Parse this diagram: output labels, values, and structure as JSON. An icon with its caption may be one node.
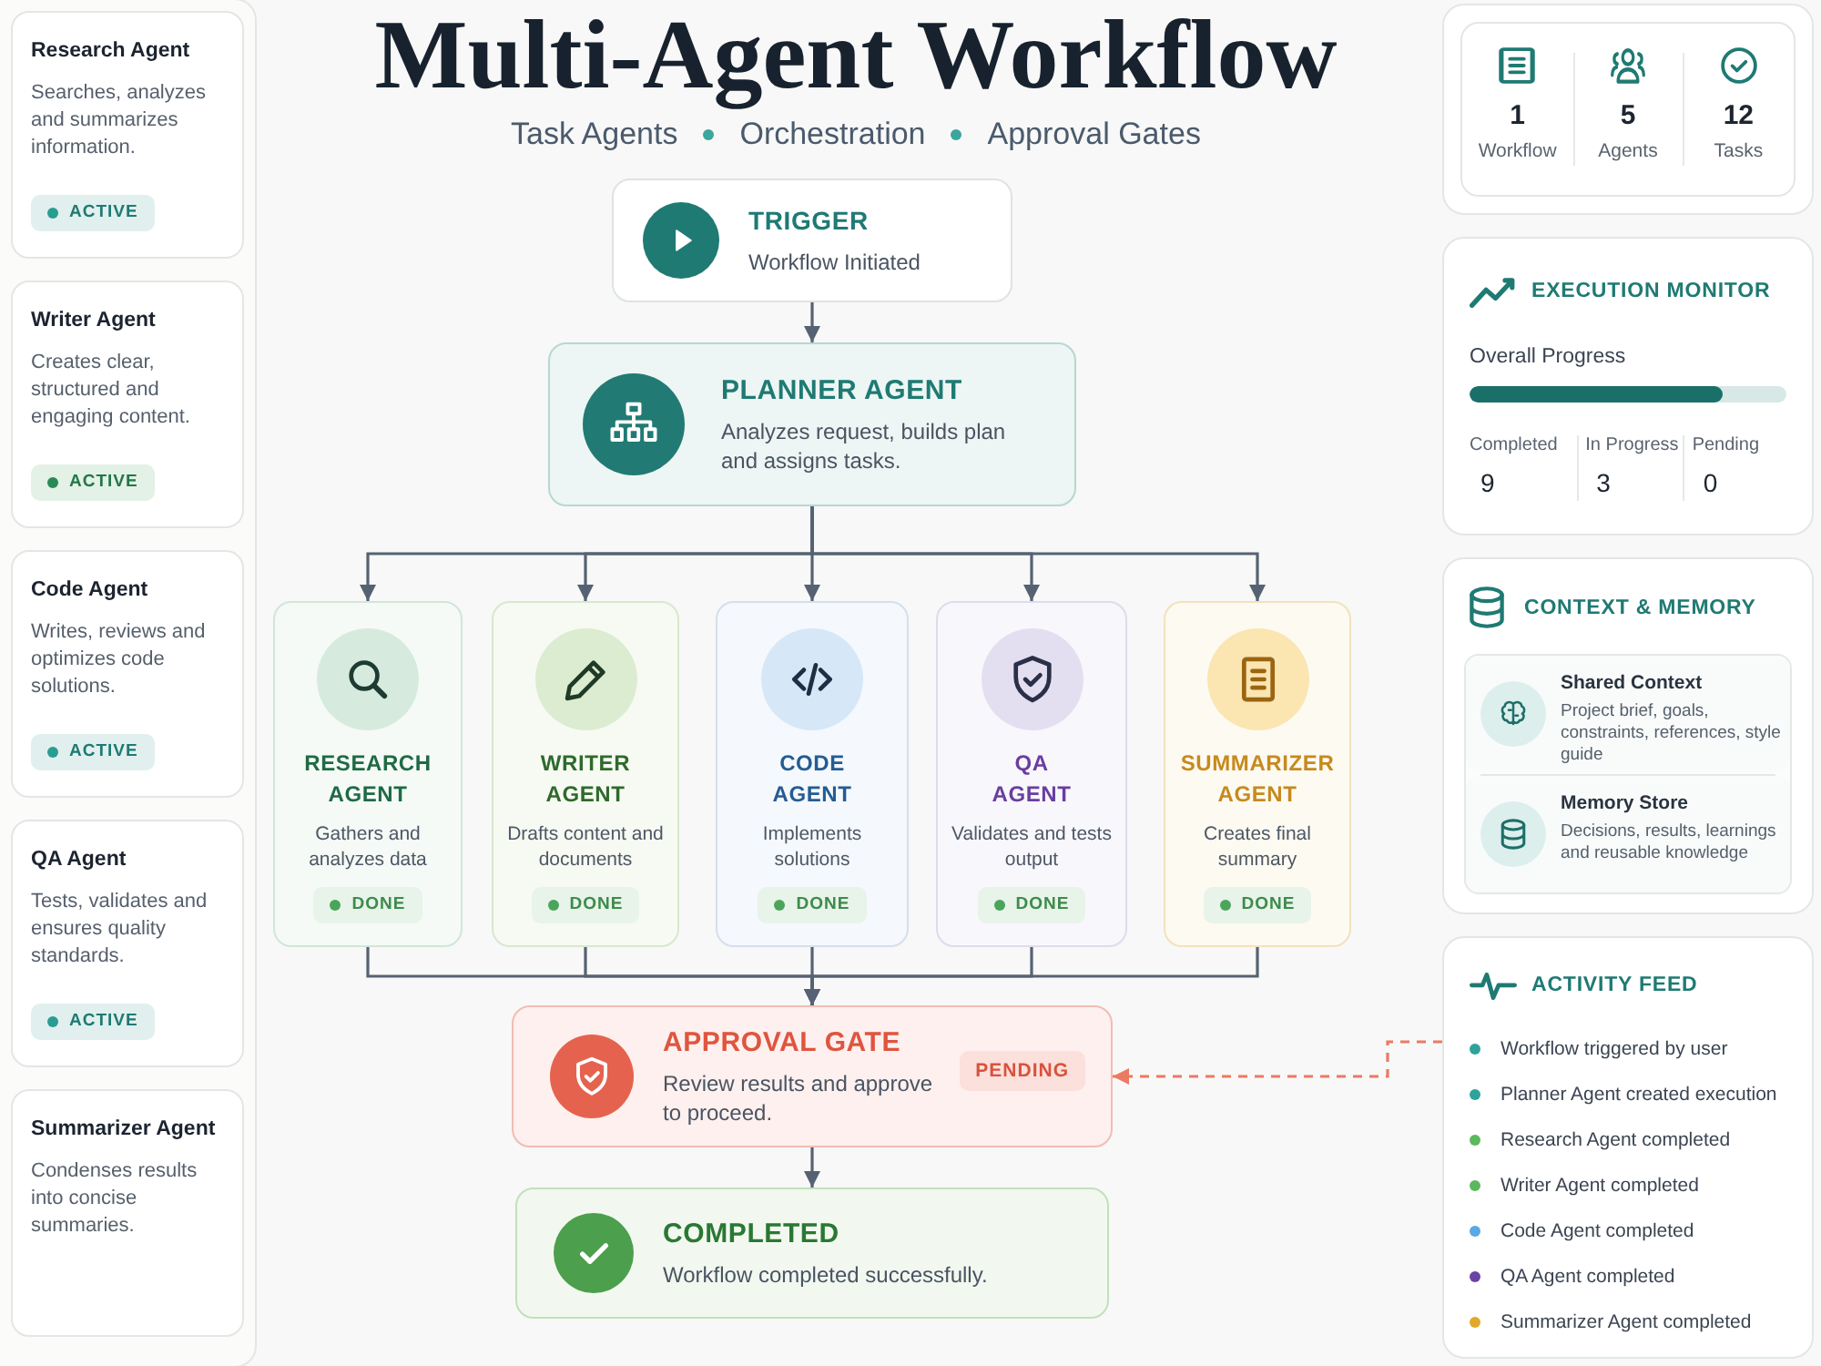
{
  "diagram": {
    "title": "Multi-Agent Workflow",
    "nodes": [
      {
        "text": [
          "Research Agent",
          "Searches, analyzes and summarizes information.",
          "ACTIVE"
        ]
      },
      {
        "text": [
          "Writer Agent",
          "Creates clear, structured and engaging content.",
          "ACTIVE"
        ]
      },
      {
        "text": [
          "Code Agent",
          "Writes, reviews and optimizes code solutions.",
          "ACTIVE"
        ]
      },
      {
        "text": [
          "QA Agent",
          "Tests, validates and ensures quality standards.",
          "ACTIVE"
        ]
      },
      {
        "text": [
          "Summarizer Agent",
          "Condenses results into concise summaries."
        ]
      },
      {
        "text": [
          "TRIGGER",
          "Workflow Initiated"
        ]
      },
      {
        "text": [
          "PLANNER AGENT",
          "Analyzes request, builds plan and assigns tasks."
        ]
      },
      {
        "text": [
          "RESEARCH AGENT",
          "Gathers and analyzes data",
          "DONE"
        ]
      },
      {
        "text": [
          "WRITER AGENT",
          "Drafts content and documents",
          "DONE"
        ]
      },
      {
        "text": [
          "CODE AGENT",
          "Implements solutions",
          "DONE"
        ]
      },
      {
        "text": [
          "QA AGENT",
          "Validates and tests output",
          "DONE"
        ]
      },
      {
        "text": [
          "SUMMARIZER AGENT",
          "Creates final summary",
          "DONE"
        ]
      },
      {
        "text": [
          "APPROVAL GATE",
          "Review results and approve to proceed.",
          "PENDING"
        ]
      },
      {
        "text": [
          "COMPLETED",
          "Workflow completed successfully."
        ]
      },
      {
        "text": [
          "1",
          "Workflow",
          "5",
          "Agents",
          "12",
          "Tasks"
        ]
      },
      {
        "text": [
          "EXECUTION MONITOR",
          "Overall Progress",
          "Completed",
          "9",
          "In Progress",
          "3",
          "Pending",
          "0"
        ]
      },
      {
        "text": [
          "CONTEXT & MEMORY"
        ]
      },
      {
        "text": [
          "Shared Context",
          "Project brief, goals, constraints, references, style guide"
        ],
        "in": 16
      },
      {
        "text": [
          "Memory Store",
          "Decisions, results, learnings and reusable knowledge"
        ],
        "in": 16
      },
      {
        "text": [
          "ACTIVITY FEED",
          "Workflow triggered by user",
          "Planner Agent created execution",
          "Research Agent completed",
          "Writer Agent completed",
          "Code Agent completed",
          "QA Agent completed",
          "Summarizer Agent completed"
        ]
      }
    ],
    "edges": [
      {
        "from": 5,
        "to": 6,
        "arrow": "to"
      },
      {
        "from": 6,
        "to": 7,
        "arrow": "to"
      },
      {
        "from": 6,
        "to": 8,
        "arrow": "to"
      },
      {
        "from": 6,
        "to": 9,
        "arrow": "to"
      },
      {
        "from": 6,
        "to": 10,
        "arrow": "to"
      },
      {
        "from": 6,
        "to": 11,
        "arrow": "to"
      },
      {
        "from": 7,
        "to": 12,
        "arrow": "to"
      },
      {
        "from": 8,
        "to": 12,
        "arrow": "to"
      },
      {
        "from": 9,
        "to": 12,
        "arrow": "to"
      },
      {
        "from": 10,
        "to": 12,
        "arrow": "to"
      },
      {
        "from": 11,
        "to": 12,
        "arrow": "to"
      },
      {
        "from": 12,
        "to": 13,
        "arrow": "to"
      },
      {
        "from": 19,
        "to": 12,
        "arrow": "to",
        "style": "dashed",
        "color": "#ec7a62"
      }
    ],
    "labels": [
      "Task Agents",
      "Orchestration",
      "Approval Gates"
    ]
  }
}
